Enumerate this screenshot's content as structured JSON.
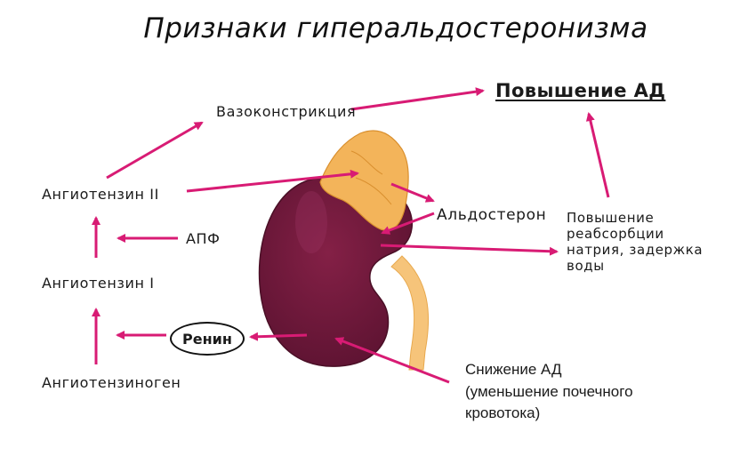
{
  "title": "Признаки гиперальдостеронизма",
  "nodes": {
    "vasoconstriction": "Вазоконстрикция",
    "bp_increase": "Повышение АД",
    "angiotensin_2": "Ангиотензин II",
    "ace": "АПФ",
    "angiotensin_1": "Ангиотензин I",
    "renin": "Ренин",
    "angiotensinogen": "Ангиотензиноген",
    "aldosterone": "Альдостерон",
    "sodium_reabsorption": [
      "Повышение",
      "реабсорбции",
      "натрия, задержка",
      "воды"
    ],
    "bp_decrease": [
      "Снижение АД",
      "(уменьшение почечного",
      "кровотока)"
    ]
  },
  "colors": {
    "arrow": "#d81b74",
    "kidney": "#6e1838",
    "adrenal": "#f3b45a",
    "ureter": "#f6c47a"
  }
}
